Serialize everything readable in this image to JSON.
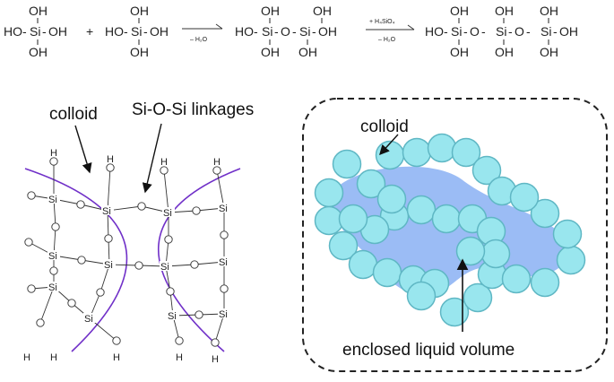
{
  "reaction": {
    "plus": "+",
    "arrow1_below": "– H₂O",
    "arrow2_above": "+ H₄SiO₄",
    "arrow2_below": "– H₂O",
    "si": "Si",
    "oh": "OH",
    "ho": "HO",
    "o": "O",
    "dash": "-"
  },
  "lattice": {
    "colloid_label": "colloid",
    "linkage_label": "Si-O-Si linkages",
    "atom_si": "Si",
    "atom_o": "O",
    "atom_h": "H"
  },
  "colloid_box": {
    "colloid_label": "colloid",
    "enclosed_label": "enclosed liquid volume"
  },
  "colors": {
    "colloid_particle": "#99e6ee",
    "particle_stroke": "#5fb7c4",
    "enclosed_liquid": "#9bbcf5",
    "colloid_boundary": "#7030c8"
  }
}
